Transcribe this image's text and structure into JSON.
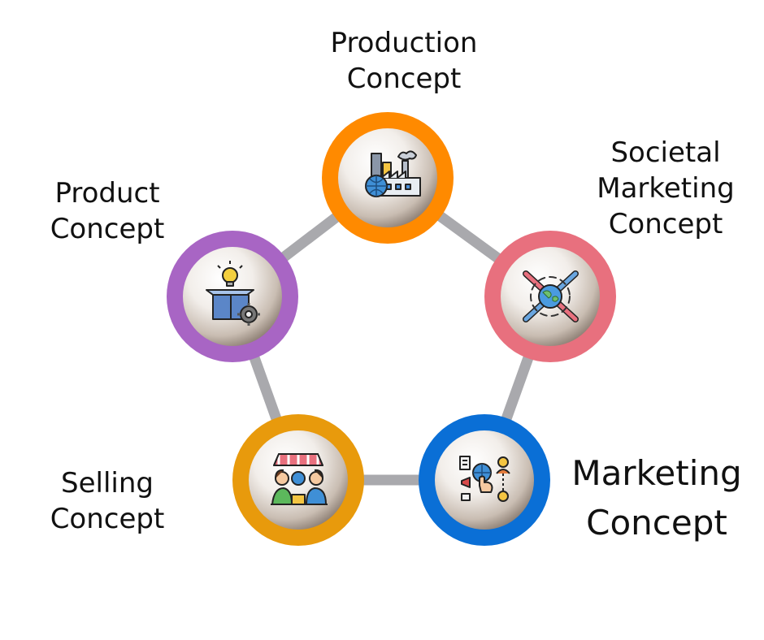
{
  "concepts": [
    {
      "id": "production",
      "line1": "Production",
      "line2": "Concept",
      "color": "#FF8A00",
      "icon": "factory-globe-icon"
    },
    {
      "id": "societal",
      "line1": "Societal",
      "line2": "Marketing",
      "line3": "Concept",
      "color": "#E8707E",
      "icon": "globe-crossed-pencils-icon"
    },
    {
      "id": "marketing",
      "line1": "Marketing",
      "line2": "Concept",
      "color": "#0A6FD6",
      "icon": "digital-marketing-touch-icon"
    },
    {
      "id": "selling",
      "line1": "Selling",
      "line2": "Concept",
      "color": "#E89A0C",
      "icon": "market-stall-customers-icon"
    },
    {
      "id": "product",
      "line1": "Product",
      "line2": "Concept",
      "color": "#A865C4",
      "icon": "box-bulb-gear-icon"
    }
  ],
  "connector_color": "#A9A9AD"
}
